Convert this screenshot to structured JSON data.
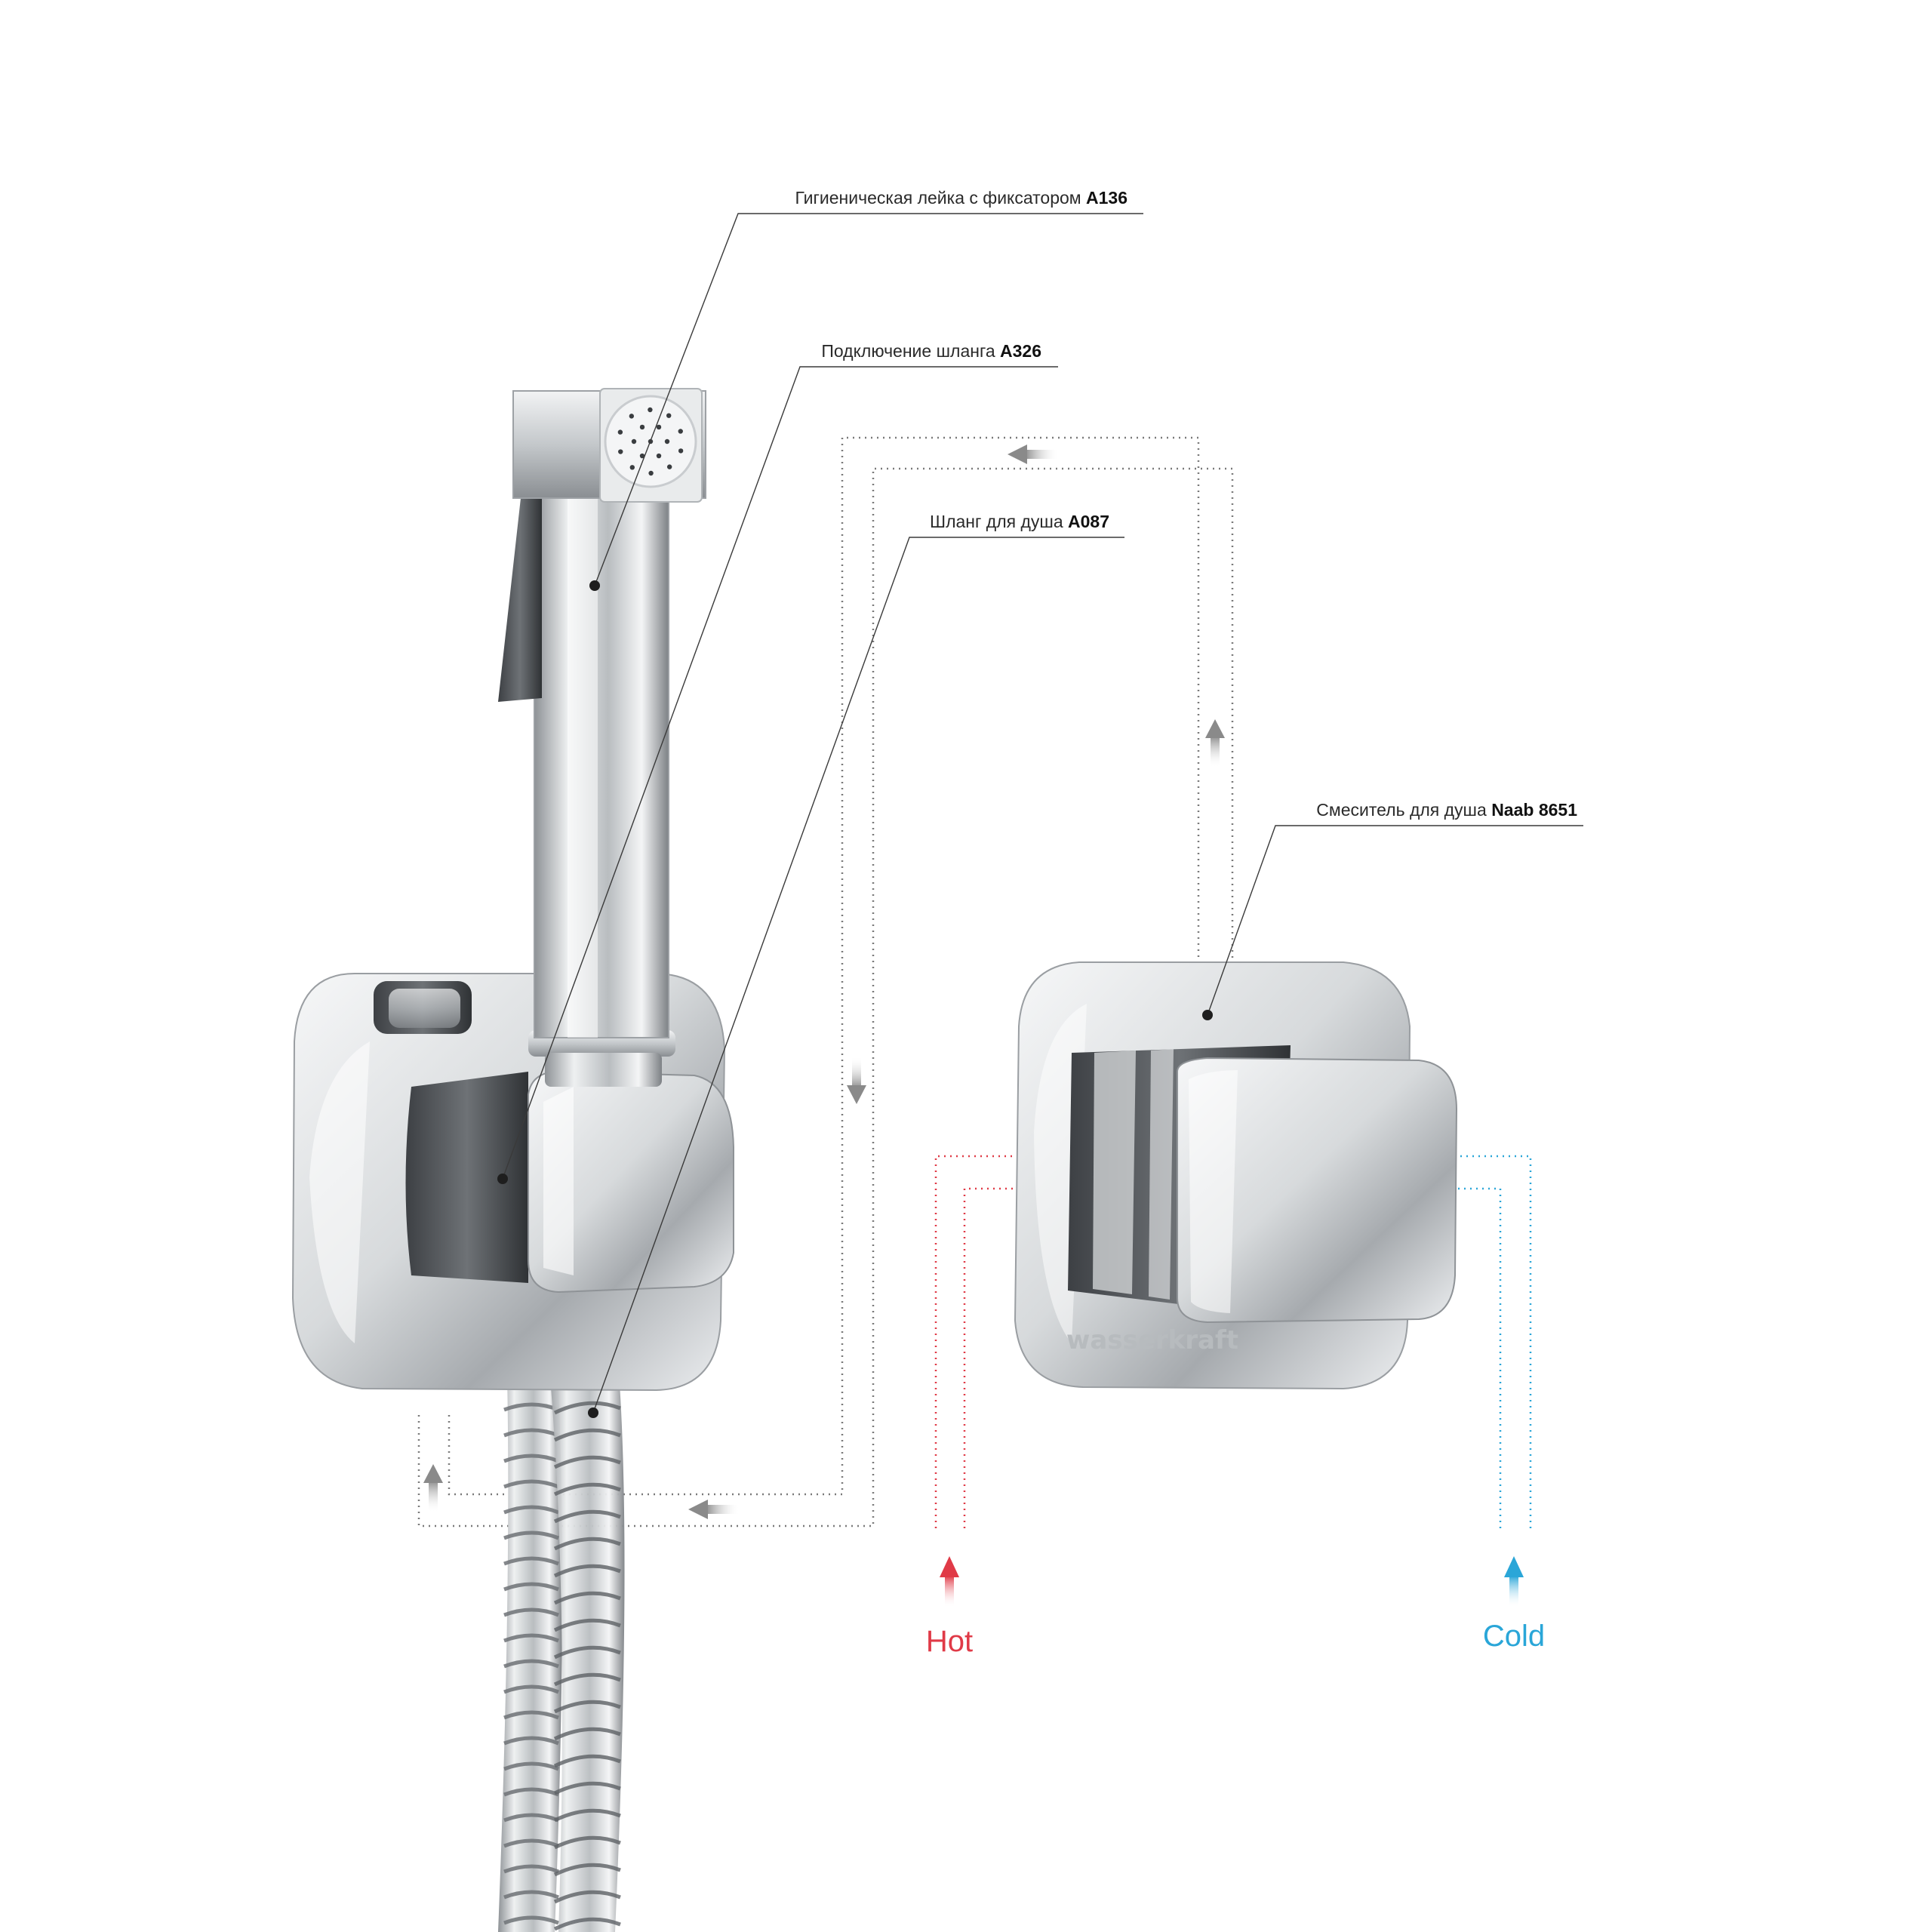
{
  "colors": {
    "hot": "#e03a47",
    "cold": "#2aa6d8",
    "flow_path": "#7a7a7a",
    "leader": "#3a3a3a",
    "chrome_dark": "#5a5d61",
    "chrome_light": "#e6e8ea"
  },
  "callouts": [
    {
      "text": "Гигиеническая лейка с фиксатором ",
      "code": "A136",
      "target": "hand-shower"
    },
    {
      "text": "Подключение шланга ",
      "code": "A326",
      "target": "hose-connector"
    },
    {
      "text": "Шланг для душа ",
      "code": "A087",
      "target": "shower-hose"
    },
    {
      "text": "Смеситель для душа ",
      "code": "Naab 8651",
      "target": "mixer"
    }
  ],
  "inlets": {
    "hot": {
      "label": "Hot"
    },
    "cold": {
      "label": "Cold"
    }
  },
  "brand": {
    "logo_text": "wasserkraft"
  },
  "icons": [
    "arrow-up-icon",
    "arrow-down-icon",
    "arrow-left-icon",
    "spray-nozzle-icon"
  ]
}
